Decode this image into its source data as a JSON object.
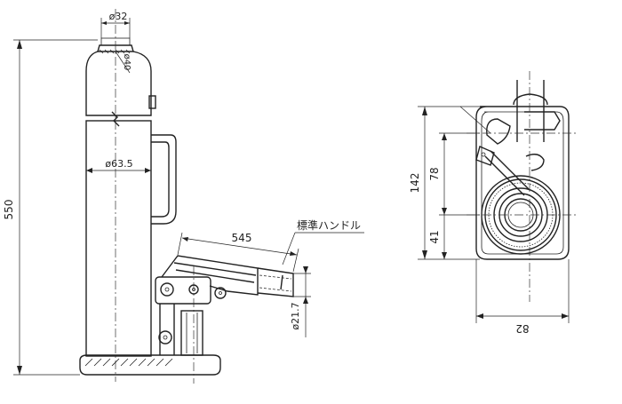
{
  "dimensions": {
    "top_diameter": "ø32",
    "ram_diameter": "ø40",
    "body_diameter": "ø63.5",
    "overall_height": "550",
    "handle_length": "545",
    "handle_diameter": "ø21.7",
    "side_height_total": "142",
    "side_height_mid": "78",
    "side_height_low": "41",
    "side_width": "82"
  },
  "labels": {
    "standard_handle": "標準ハンドル"
  }
}
